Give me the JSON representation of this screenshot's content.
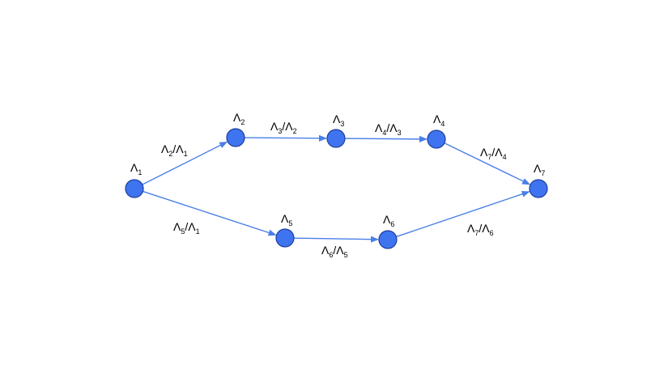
{
  "diagram": {
    "arrow_color": "#4a7fe8",
    "node_fill": "#3f74f1",
    "node_stroke": "#1f3f9a",
    "nodes": [
      {
        "id": "n1",
        "label": {
          "base": "Λ",
          "sub": "1"
        }
      },
      {
        "id": "n2",
        "label": {
          "base": "Λ",
          "sub": "2"
        }
      },
      {
        "id": "n3",
        "label": {
          "base": "Λ",
          "sub": "3"
        }
      },
      {
        "id": "n4",
        "label": {
          "base": "Λ",
          "sub": "4"
        }
      },
      {
        "id": "n5",
        "label": {
          "base": "Λ",
          "sub": "5"
        }
      },
      {
        "id": "n6",
        "label": {
          "base": "Λ",
          "sub": "6"
        }
      },
      {
        "id": "n7",
        "label": {
          "base": "Λ",
          "sub": "7"
        }
      }
    ],
    "edges": [
      {
        "id": "e12",
        "from": "n1",
        "to": "n2",
        "label": {
          "num_base": "Λ",
          "num_sub": "2",
          "den_base": "Λ",
          "den_sub": "1"
        }
      },
      {
        "id": "e23",
        "from": "n2",
        "to": "n3",
        "label": {
          "num_base": "Λ",
          "num_sub": "3",
          "den_base": "Λ",
          "den_sub": "2"
        }
      },
      {
        "id": "e34",
        "from": "n3",
        "to": "n4",
        "label": {
          "num_base": "Λ",
          "num_sub": "4",
          "den_base": "Λ",
          "den_sub": "3"
        }
      },
      {
        "id": "e47",
        "from": "n4",
        "to": "n7",
        "label": {
          "num_base": "Λ",
          "num_sub": "7",
          "den_base": "Λ",
          "den_sub": "4"
        }
      },
      {
        "id": "e15",
        "from": "n1",
        "to": "n5",
        "label": {
          "num_base": "Λ",
          "num_sub": "5",
          "den_base": "Λ",
          "den_sub": "1"
        }
      },
      {
        "id": "e56",
        "from": "n5",
        "to": "n6",
        "label": {
          "num_base": "Λ",
          "num_sub": "6",
          "den_base": "Λ",
          "den_sub": "5"
        }
      },
      {
        "id": "e67",
        "from": "n6",
        "to": "n7",
        "label": {
          "num_base": "Λ",
          "num_sub": "7",
          "den_base": "Λ",
          "den_sub": "6"
        }
      }
    ]
  }
}
